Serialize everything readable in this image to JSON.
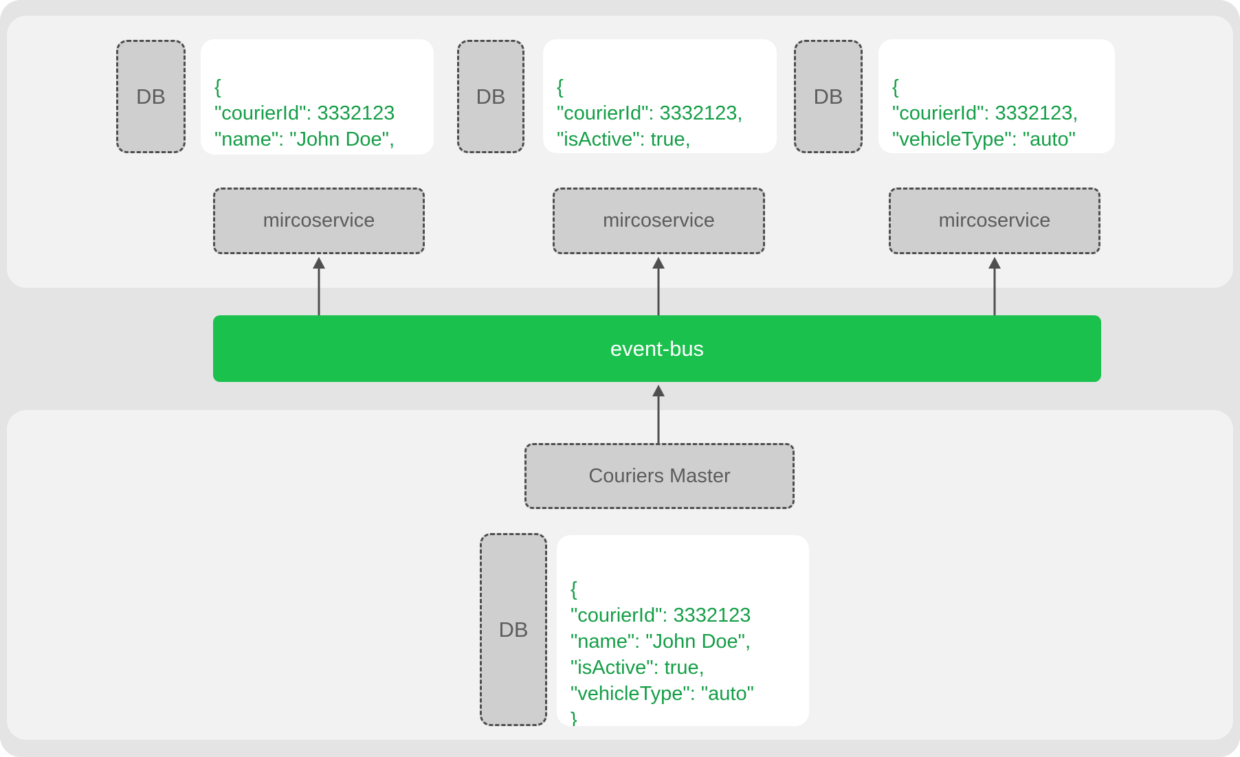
{
  "groups": [
    {
      "db": "DB",
      "code": "{\n\"courierId\": 3332123\n\"name\": \"John Doe\",\n}",
      "service": "mircoservice"
    },
    {
      "db": "DB",
      "code": "{\n\"courierId\": 3332123,\n\"isActive\": true,\n}",
      "service": "mircoservice"
    },
    {
      "db": "DB",
      "code": "{\n\"courierId\": 3332123,\n\"vehicleType\": \"auto\"\n}",
      "service": "mircoservice"
    }
  ],
  "event_bus_label": "event-bus",
  "master": {
    "label": "Couriers Master",
    "db": "DB",
    "code": "{\n\"courierId\": 3332123\n\"name\": \"John Doe\",\n\"isActive\": true,\n\"vehicleType\": \"auto\"\n}"
  },
  "colors": {
    "bar_green": "#1ac14d",
    "code_green": "#149e46",
    "box_gray": "#cfcfcf",
    "panel_gray": "#f2f2f2",
    "outer_gray": "#e4e4e4",
    "border_gray": "#4d4d4d",
    "line_gray": "#4f4f4f",
    "text_gray": "#5c5c5c"
  }
}
